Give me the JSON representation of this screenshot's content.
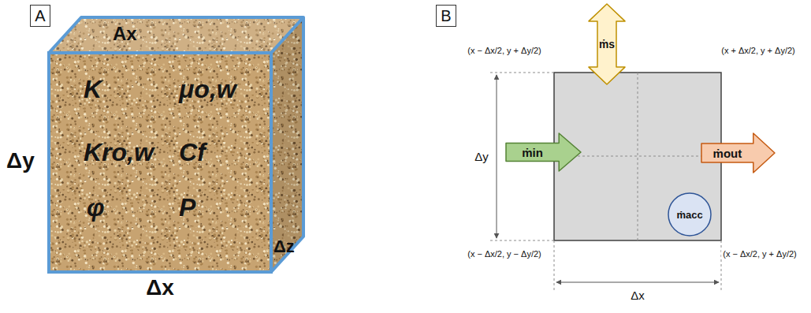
{
  "diagram": {
    "nodes": [
      {
        "text": [
          "A"
        ]
      },
      {
        "text": [
          "K",
          "μo,w",
          "Kro,w",
          "Cf",
          "φ",
          "P"
        ]
      },
      {
        "text": [
          "B"
        ]
      },
      {
        "text": [
          "ṁs"
        ]
      },
      {
        "text": [
          "ṁin"
        ]
      },
      {
        "text": [
          "ṁout"
        ]
      },
      {
        "text": [
          "ṁacc"
        ]
      }
    ],
    "labels": [
      "Ax",
      "Δy",
      "Δz",
      "Δx",
      "(x − Δx/2, y + Δy/2)",
      "(x + Δx/2, y + Δy/2)",
      "(x − Δx/2, y − Δy/2)",
      "(x − Δx/2, y + Δy/2)",
      "Δy",
      "Δx"
    ]
  }
}
